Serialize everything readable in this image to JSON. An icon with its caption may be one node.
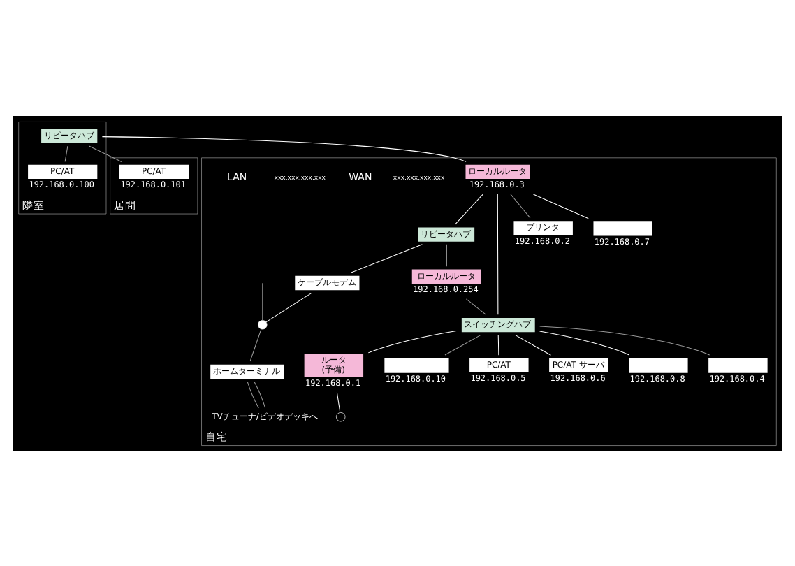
{
  "diagram": {
    "nodes": [
      {
        "text": [
          "隣室"
        ]
      },
      {
        "text": [
          "リピータハブ"
        ],
        "in": 0
      },
      {
        "text": [
          "PC/AT"
        ],
        "in": 0,
        "beside": [
          "192.168.0.100"
        ]
      },
      {
        "text": [
          "居間"
        ]
      },
      {
        "text": [
          "PC/AT"
        ],
        "in": 3,
        "beside": [
          "192.168.0.101"
        ]
      },
      {
        "text": [
          "自宅"
        ]
      },
      {
        "text": [
          "ローカルルータ"
        ],
        "in": 5,
        "beside": [
          "192.168.0.3"
        ]
      },
      {
        "text": [
          "リピータハブ"
        ],
        "in": 5
      },
      {
        "text": [
          "ケーブルモデム"
        ],
        "in": 5
      },
      {
        "text": [],
        "shape": "circle",
        "in": 5
      },
      {
        "text": [
          "ローカルルータ"
        ],
        "in": 5,
        "beside": [
          "192.168.0.254"
        ]
      },
      {
        "text": [
          "ルータ",
          "(予備)"
        ],
        "in": 5,
        "beside": [
          "192.168.0.1"
        ]
      },
      {
        "text": [
          "スイッチングハブ"
        ],
        "in": 5
      },
      {
        "text": [
          "ホームターミナル"
        ],
        "in": 5
      },
      {
        "text": [],
        "shape": "circle",
        "in": 5
      },
      {
        "text": [
          "プリンタ"
        ],
        "in": 5,
        "beside": [
          "192.168.0.2"
        ]
      },
      {
        "text": [],
        "shape": "box",
        "in": 5,
        "beside": [
          "192.168.0.10"
        ]
      },
      {
        "text": [
          "PC/AT"
        ],
        "in": 5,
        "beside": [
          "192.168.0.5"
        ]
      },
      {
        "text": [
          "PC/AT サーバ"
        ],
        "in": 5,
        "beside": [
          "192.168.0.6"
        ]
      },
      {
        "text": [
          "TVチューナ/ビデオデッキへ"
        ],
        "in": 5
      },
      {
        "text": [],
        "shape": "box",
        "in": 5,
        "beside": [
          "192.168.0.8"
        ]
      },
      {
        "text": [],
        "shape": "box",
        "in": 5,
        "beside": [
          "192.168.0.4"
        ]
      },
      {
        "text": [],
        "shape": "box",
        "in": 5,
        "beside": [
          "192.168.0.7"
        ]
      }
    ],
    "edges": [
      {
        "from": 1,
        "to": 6,
        "arrow": "none"
      },
      {
        "from": 1,
        "to": 2,
        "arrow": "none",
        "color": "#999999"
      },
      {
        "from": 1,
        "to": 4,
        "arrow": "none",
        "color": "#999999"
      },
      {
        "from": 6,
        "to": 7,
        "arrow": "none"
      },
      {
        "from": 7,
        "to": 8,
        "arrow": "none"
      },
      {
        "from": 8,
        "to": 9,
        "arrow": "none"
      },
      {
        "from": null,
        "to": 9,
        "arrow": "none",
        "color": "#999999"
      },
      {
        "from": 9,
        "to": 13,
        "arrow": "none",
        "color": "#999999"
      },
      {
        "from": 7,
        "to": 10,
        "arrow": "none"
      },
      {
        "from": 6,
        "to": 15,
        "arrow": "none",
        "color": "#999999"
      },
      {
        "from": 6,
        "to": 22,
        "arrow": "none"
      },
      {
        "from": 6,
        "to": 12,
        "arrow": "none"
      },
      {
        "from": 10,
        "to": 12,
        "arrow": "none",
        "color": "#999999"
      },
      {
        "from": 12,
        "to": 11,
        "arrow": "none"
      },
      {
        "from": 11,
        "to": 14,
        "arrow": "none"
      },
      {
        "from": 12,
        "to": 16,
        "arrow": "none",
        "color": "#999999"
      },
      {
        "from": 12,
        "to": 20,
        "arrow": "none"
      },
      {
        "from": 12,
        "to": 17,
        "arrow": "none"
      },
      {
        "from": 12,
        "to": 21,
        "arrow": "none",
        "color": "#999999"
      },
      {
        "from": 12,
        "to": 18,
        "arrow": "none"
      },
      {
        "from": 13,
        "to": 19,
        "arrow": "none",
        "color": "#999999"
      },
      {
        "from": 13,
        "to": 19,
        "arrow": "none",
        "color": "#999999"
      }
    ],
    "labels": [
      "xxx.xxx.xxx.xxx",
      "WAN",
      "xxx.xxx.xxx.xxx",
      "LAN"
    ]
  }
}
